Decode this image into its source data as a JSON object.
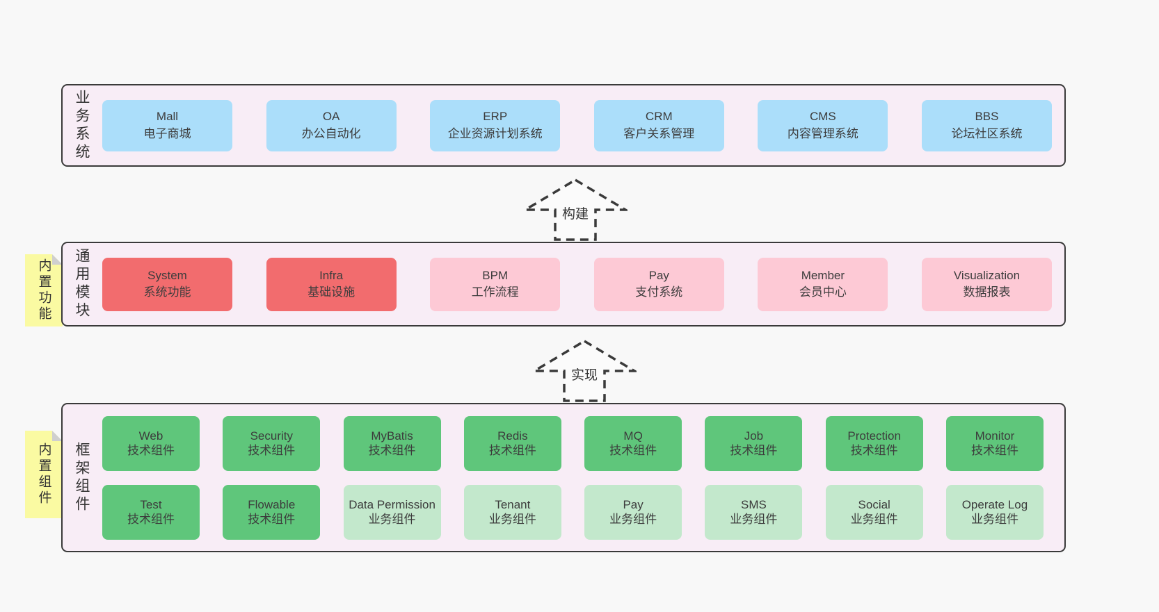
{
  "colors": {
    "page_bg": "#f8f8f8",
    "panel_bg": "#f8edf6",
    "panel_border": "#3a3a3a",
    "box_blue": "#abdefa",
    "box_red": "#f26c6e",
    "box_pink": "#fdc9d5",
    "box_green": "#5fc67b",
    "box_green_light": "#c3e8cc",
    "note_yellow": "#fafaa2",
    "note_fold_gray": "#cfcfcf",
    "text": "#3c3c3c"
  },
  "arrows": {
    "build": "构建",
    "implement": "实现"
  },
  "layers": {
    "business": {
      "label": "业务系统",
      "boxes": [
        {
          "title": "Mall",
          "subtitle": "电子商城"
        },
        {
          "title": "OA",
          "subtitle": "办公自动化"
        },
        {
          "title": "ERP",
          "subtitle": "企业资源计划系统"
        },
        {
          "title": "CRM",
          "subtitle": "客户关系管理"
        },
        {
          "title": "CMS",
          "subtitle": "内容管理系统"
        },
        {
          "title": "BBS",
          "subtitle": "论坛社区系统"
        }
      ]
    },
    "modules": {
      "label": "通用模块",
      "note": "内置功能",
      "boxes": [
        {
          "title": "System",
          "subtitle": "系统功能"
        },
        {
          "title": "Infra",
          "subtitle": "基础设施"
        },
        {
          "title": "BPM",
          "subtitle": "工作流程"
        },
        {
          "title": "Pay",
          "subtitle": "支付系统"
        },
        {
          "title": "Member",
          "subtitle": "会员中心"
        },
        {
          "title": "Visualization",
          "subtitle": "数据报表"
        }
      ]
    },
    "components": {
      "label": "框架组件",
      "note": "内置组件",
      "row1": [
        {
          "title": "Web",
          "subtitle": "技术组件"
        },
        {
          "title": "Security",
          "subtitle": "技术组件"
        },
        {
          "title": "MyBatis",
          "subtitle": "技术组件"
        },
        {
          "title": "Redis",
          "subtitle": "技术组件"
        },
        {
          "title": "MQ",
          "subtitle": "技术组件"
        },
        {
          "title": "Job",
          "subtitle": "技术组件"
        },
        {
          "title": "Protection",
          "subtitle": "技术组件"
        },
        {
          "title": "Monitor",
          "subtitle": "技术组件"
        }
      ],
      "row2": [
        {
          "title": "Test",
          "subtitle": "技术组件"
        },
        {
          "title": "Flowable",
          "subtitle": "技术组件"
        },
        {
          "title": "Data Permission",
          "subtitle": "业务组件"
        },
        {
          "title": "Tenant",
          "subtitle": "业务组件"
        },
        {
          "title": "Pay",
          "subtitle": "业务组件"
        },
        {
          "title": "SMS",
          "subtitle": "业务组件"
        },
        {
          "title": "Social",
          "subtitle": "业务组件"
        },
        {
          "title": "Operate Log",
          "subtitle": "业务组件"
        }
      ]
    }
  }
}
